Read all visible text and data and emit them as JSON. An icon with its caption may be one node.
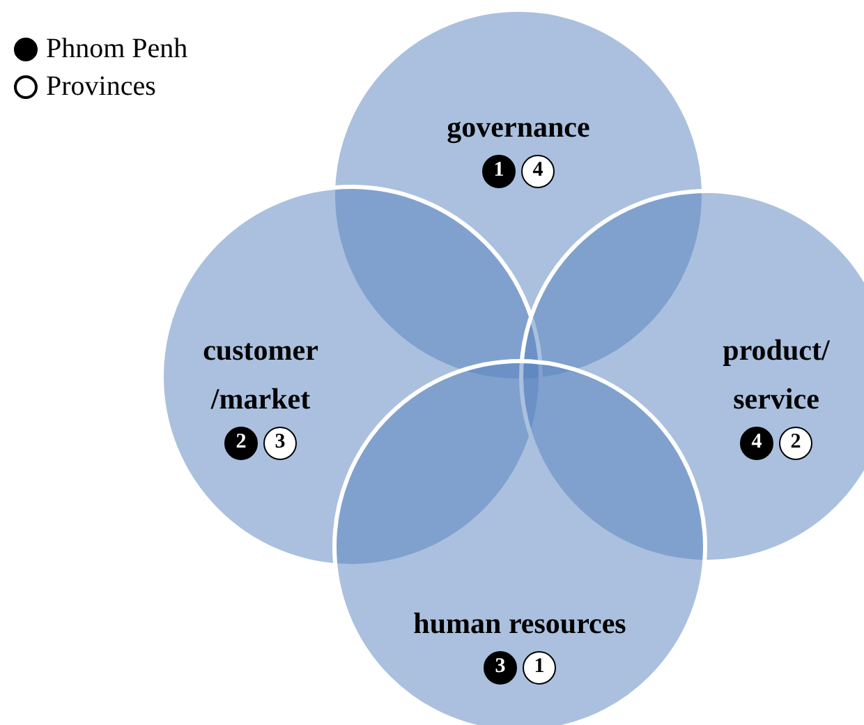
{
  "diagram": {
    "nodes": [
      {
        "text": [
          "governance"
        ]
      },
      {
        "text": [
          "1"
        ],
        "in": 0
      },
      {
        "text": [
          "4"
        ],
        "in": 0
      },
      {
        "text": [
          "customer /market"
        ]
      },
      {
        "text": [
          "2"
        ],
        "in": 3
      },
      {
        "text": [
          "3"
        ],
        "in": 3
      },
      {
        "text": [
          "product/ service"
        ]
      },
      {
        "text": [
          "4"
        ],
        "in": 6
      },
      {
        "text": [
          "2"
        ],
        "in": 6
      },
      {
        "text": [
          "human resources"
        ]
      },
      {
        "text": [
          "3"
        ],
        "in": 9
      },
      {
        "text": [
          "1"
        ],
        "in": 9
      }
    ],
    "legend": [
      {
        "text": "Phnom Penh",
        "color": "#000000"
      },
      {
        "text": "Provinces",
        "color": "#ffffff"
      }
    ]
  }
}
